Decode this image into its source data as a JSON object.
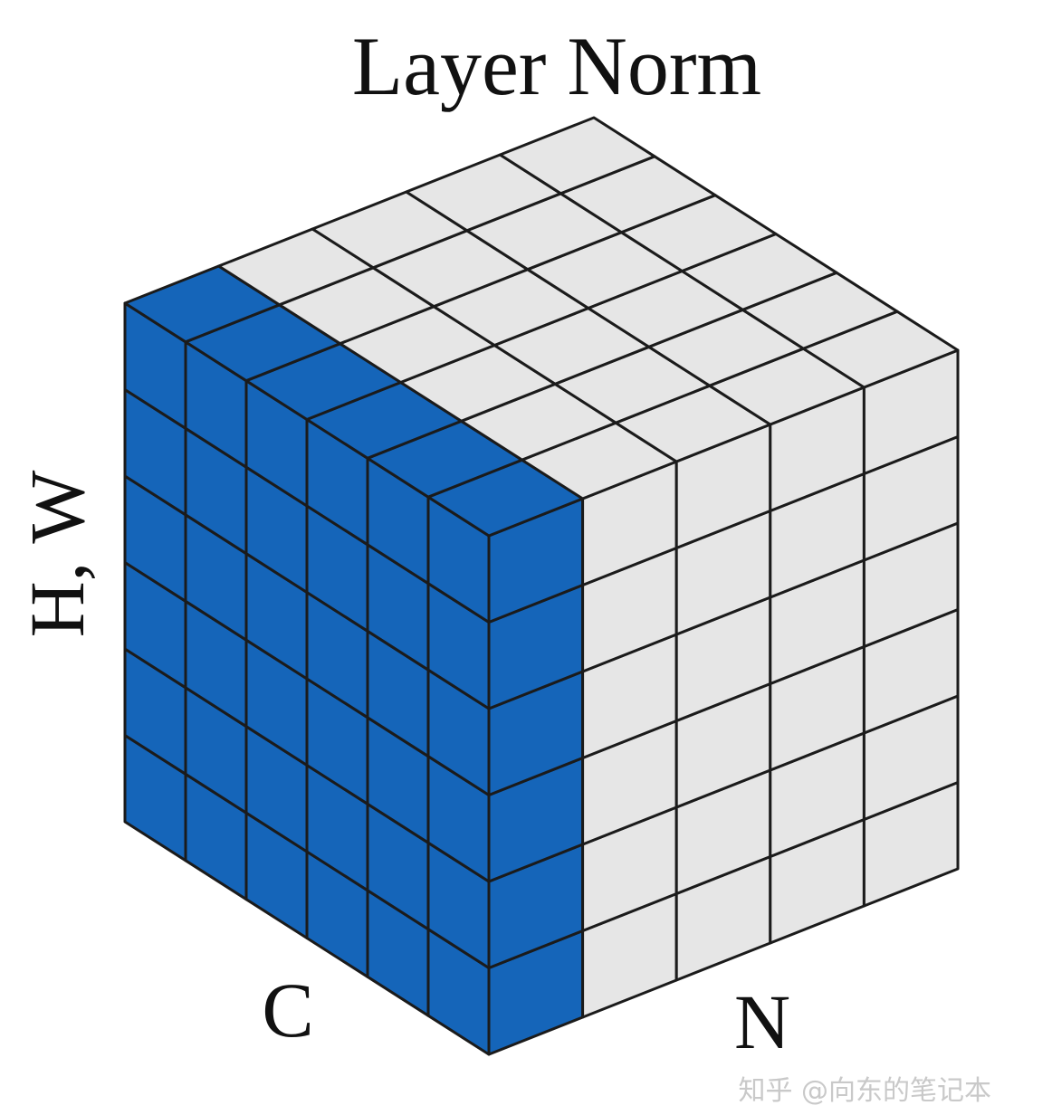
{
  "diagram": {
    "title": "Layer Norm",
    "labels": {
      "vertical_axis": "H, W",
      "depth_axis": "C",
      "horizontal_axis": "N"
    },
    "grid": {
      "n_count": 5,
      "c_count": 6,
      "hw_count": 6,
      "highlighted_n_slice": 0
    },
    "colors": {
      "highlight_fill": "#1565b9",
      "plain_fill": "#e6e6e6",
      "grid_line": "#1b1b1b"
    },
    "watermark": "知乎 @向东的笔记本"
  }
}
